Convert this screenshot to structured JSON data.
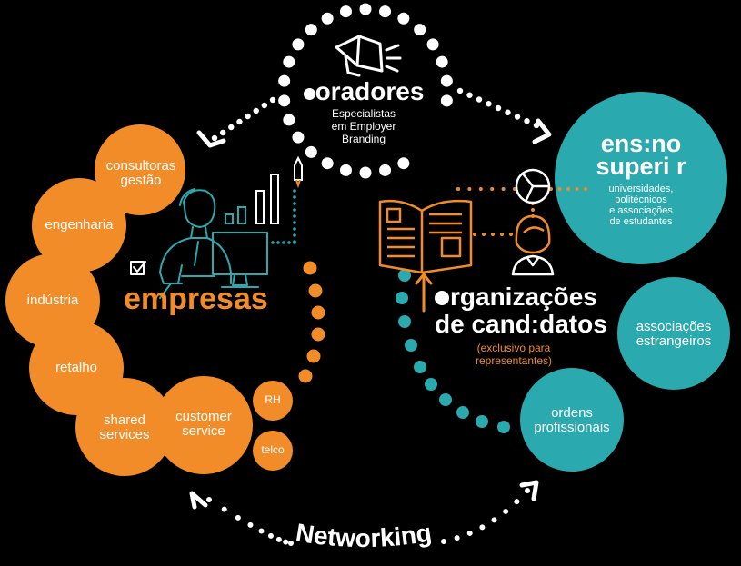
{
  "colors": {
    "orange": "#f28c28",
    "teal": "#2aa9ae",
    "white": "#ffffff",
    "background": "#000000"
  },
  "oradores": {
    "title": "oradores",
    "subtitle_lines": [
      "Especialistas",
      "em Employer",
      "Branding"
    ]
  },
  "ensino": {
    "title_line1": "ens:no",
    "title_line2": "superi r",
    "desc_lines": [
      "universidades,",
      "politécnicos",
      "e associações",
      "de estudantes"
    ]
  },
  "empresas": {
    "title": "empresas",
    "sectors": [
      "consultoras gestão",
      "engenharia",
      "indústria",
      "retalho",
      "shared services",
      "customer service",
      "RH",
      "telco"
    ]
  },
  "organizacoes": {
    "title_line1": "rganizações",
    "title_line2": "de cand:datos",
    "note_lines": [
      "(exclusivo para",
      "representantes)"
    ]
  },
  "associacoes": {
    "label": "associações estrangeiros"
  },
  "ordens": {
    "label": "ordens profissionais"
  },
  "networking": {
    "label": "Networking"
  }
}
